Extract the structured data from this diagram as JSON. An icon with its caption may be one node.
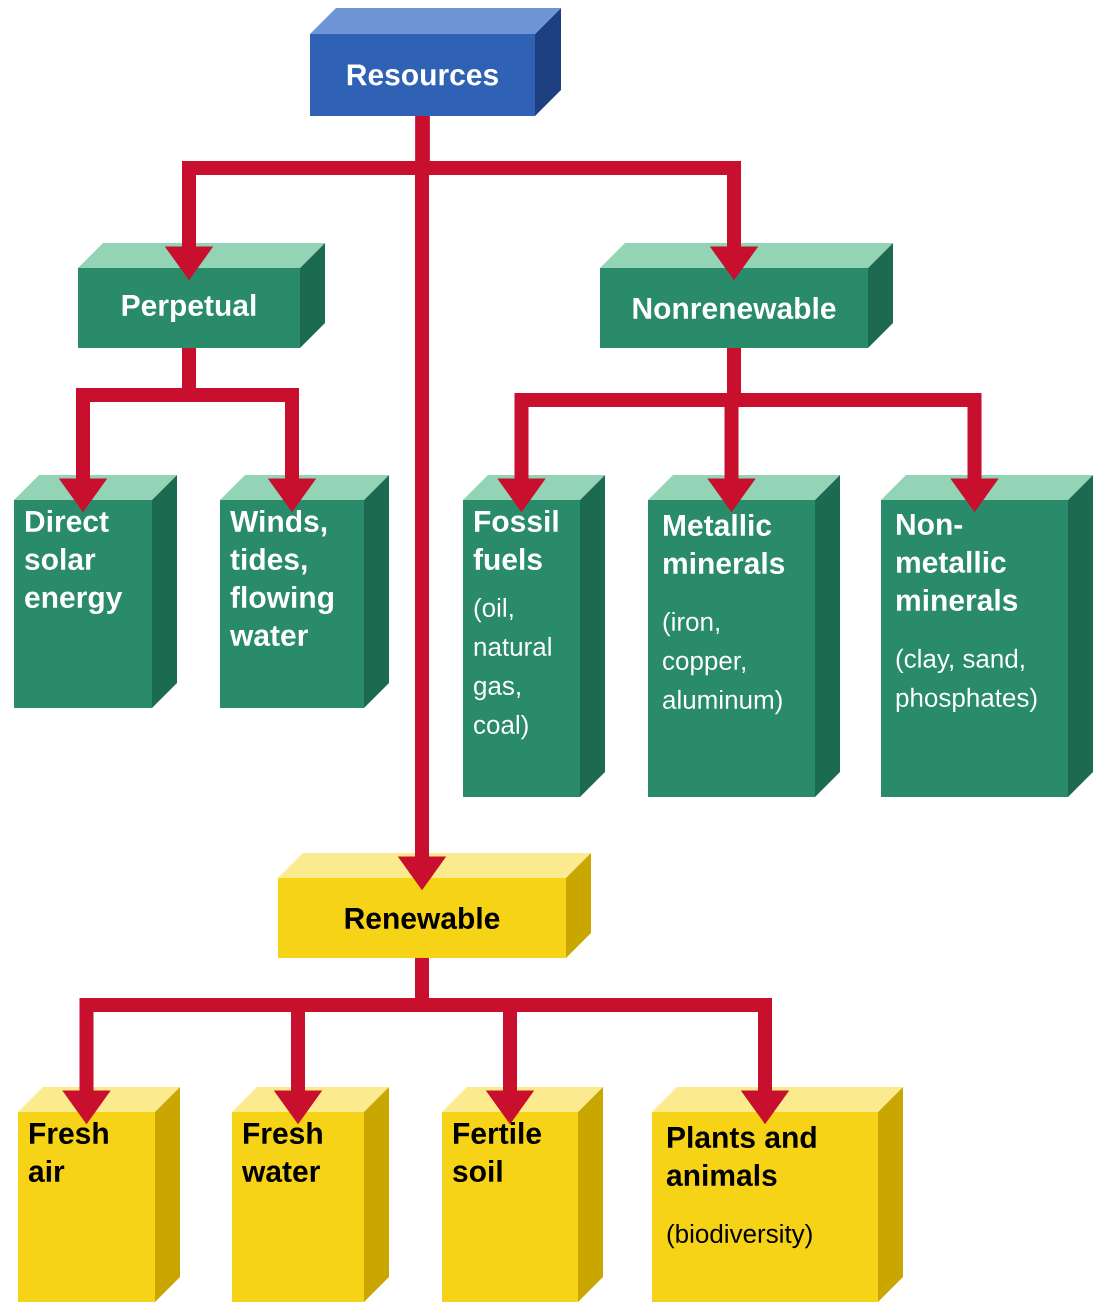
{
  "diagram": {
    "nodes": [
      {
        "text": [
          "Resources"
        ]
      },
      {
        "text": [
          "Perpetual"
        ]
      },
      {
        "text": [
          "Nonrenewable"
        ]
      },
      {
        "text": [
          "Direct solar energy"
        ]
      },
      {
        "text": [
          "Winds, tides, flowing water"
        ]
      },
      {
        "text": [
          "Fossil fuels",
          "(oil, natural gas, coal)"
        ]
      },
      {
        "text": [
          "Metallic minerals",
          "(iron, copper, aluminum)"
        ]
      },
      {
        "text": [
          "Non-metallic minerals",
          "(clay, sand, phosphates)"
        ]
      },
      {
        "text": [
          "Renewable"
        ]
      },
      {
        "text": [
          "Fresh air"
        ]
      },
      {
        "text": [
          "Fresh water"
        ]
      },
      {
        "text": [
          "Fertile soil"
        ]
      },
      {
        "text": [
          "Plants and animals",
          "(biodiversity)"
        ]
      }
    ],
    "edges": [
      {
        "from": 0,
        "to": 1,
        "arrow": "to"
      },
      {
        "from": 0,
        "to": 2,
        "arrow": "to"
      },
      {
        "from": 0,
        "to": 8,
        "arrow": "to"
      },
      {
        "from": 1,
        "to": 3,
        "arrow": "to"
      },
      {
        "from": 1,
        "to": 4,
        "arrow": "to"
      },
      {
        "from": 2,
        "to": 5,
        "arrow": "to"
      },
      {
        "from": 2,
        "to": 6,
        "arrow": "to"
      },
      {
        "from": 2,
        "to": 7,
        "arrow": "to"
      },
      {
        "from": 8,
        "to": 9,
        "arrow": "to"
      },
      {
        "from": 8,
        "to": 10,
        "arrow": "to"
      },
      {
        "from": 8,
        "to": 11,
        "arrow": "to"
      },
      {
        "from": 8,
        "to": 12,
        "arrow": "to"
      }
    ]
  }
}
